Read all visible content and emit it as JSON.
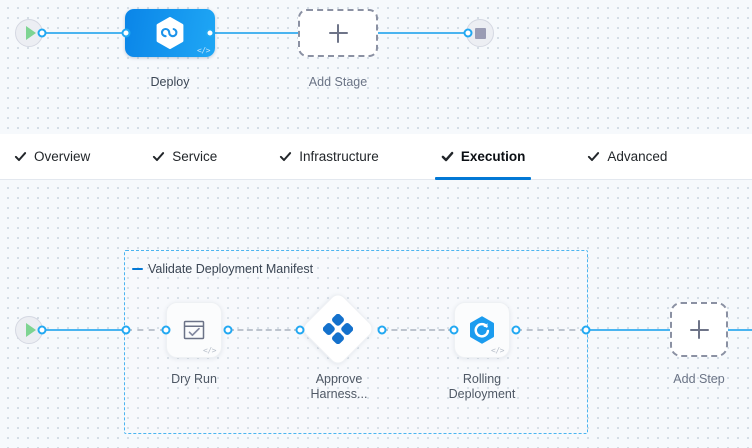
{
  "theme": {
    "accent_blue": "#0278d5",
    "wire_blue": "#4ab4f0",
    "port_blue": "#21a8f2",
    "canvas_bg": "#f6f9fc",
    "grid_dot": "#c9d4df",
    "dashed_gray": "#8b91a3",
    "text_dark": "#22262a",
    "text_muted": "#6b7486",
    "stage_gradient_from": "#0a85e8",
    "stage_gradient_to": "#1fa7f5",
    "play_green": "#7ed492",
    "stop_gray": "#9a9cb4"
  },
  "stage_canvas": {
    "start_node": {
      "name": "pipeline-start",
      "icon": "play-icon"
    },
    "end_node": {
      "name": "pipeline-end",
      "icon": "stop-icon"
    },
    "stages": [
      {
        "label": "Deploy",
        "icon": "harness-infinity-icon",
        "badge": "</>",
        "selected": true
      }
    ],
    "add_stage": {
      "label": "Add Stage",
      "icon": "plus-icon"
    }
  },
  "tabs": [
    {
      "label": "Overview",
      "icon": "check-icon",
      "active": false
    },
    {
      "label": "Service",
      "icon": "check-icon",
      "active": false
    },
    {
      "label": "Infrastructure",
      "icon": "check-icon",
      "active": false
    },
    {
      "label": "Execution",
      "icon": "check-icon",
      "active": true
    },
    {
      "label": "Advanced",
      "icon": "check-icon",
      "active": false
    }
  ],
  "execution_canvas": {
    "start_node": {
      "name": "execution-start",
      "icon": "play-icon"
    },
    "step_group": {
      "title": "Validate Deployment Manifest",
      "collapse_icon": "minus-icon",
      "steps": [
        {
          "label": "Dry Run",
          "icon": "window-check-icon",
          "badge": "</>",
          "shape": "rounded"
        },
        {
          "label": "Approve\nHarness...",
          "icon": "harness-approval-icon",
          "badge": "",
          "shape": "diamond"
        },
        {
          "label": "Rolling\nDeployment",
          "icon": "rolling-deployment-icon",
          "badge": "</>",
          "shape": "rounded"
        }
      ]
    },
    "add_step": {
      "label": "Add Step",
      "icon": "plus-icon"
    }
  }
}
